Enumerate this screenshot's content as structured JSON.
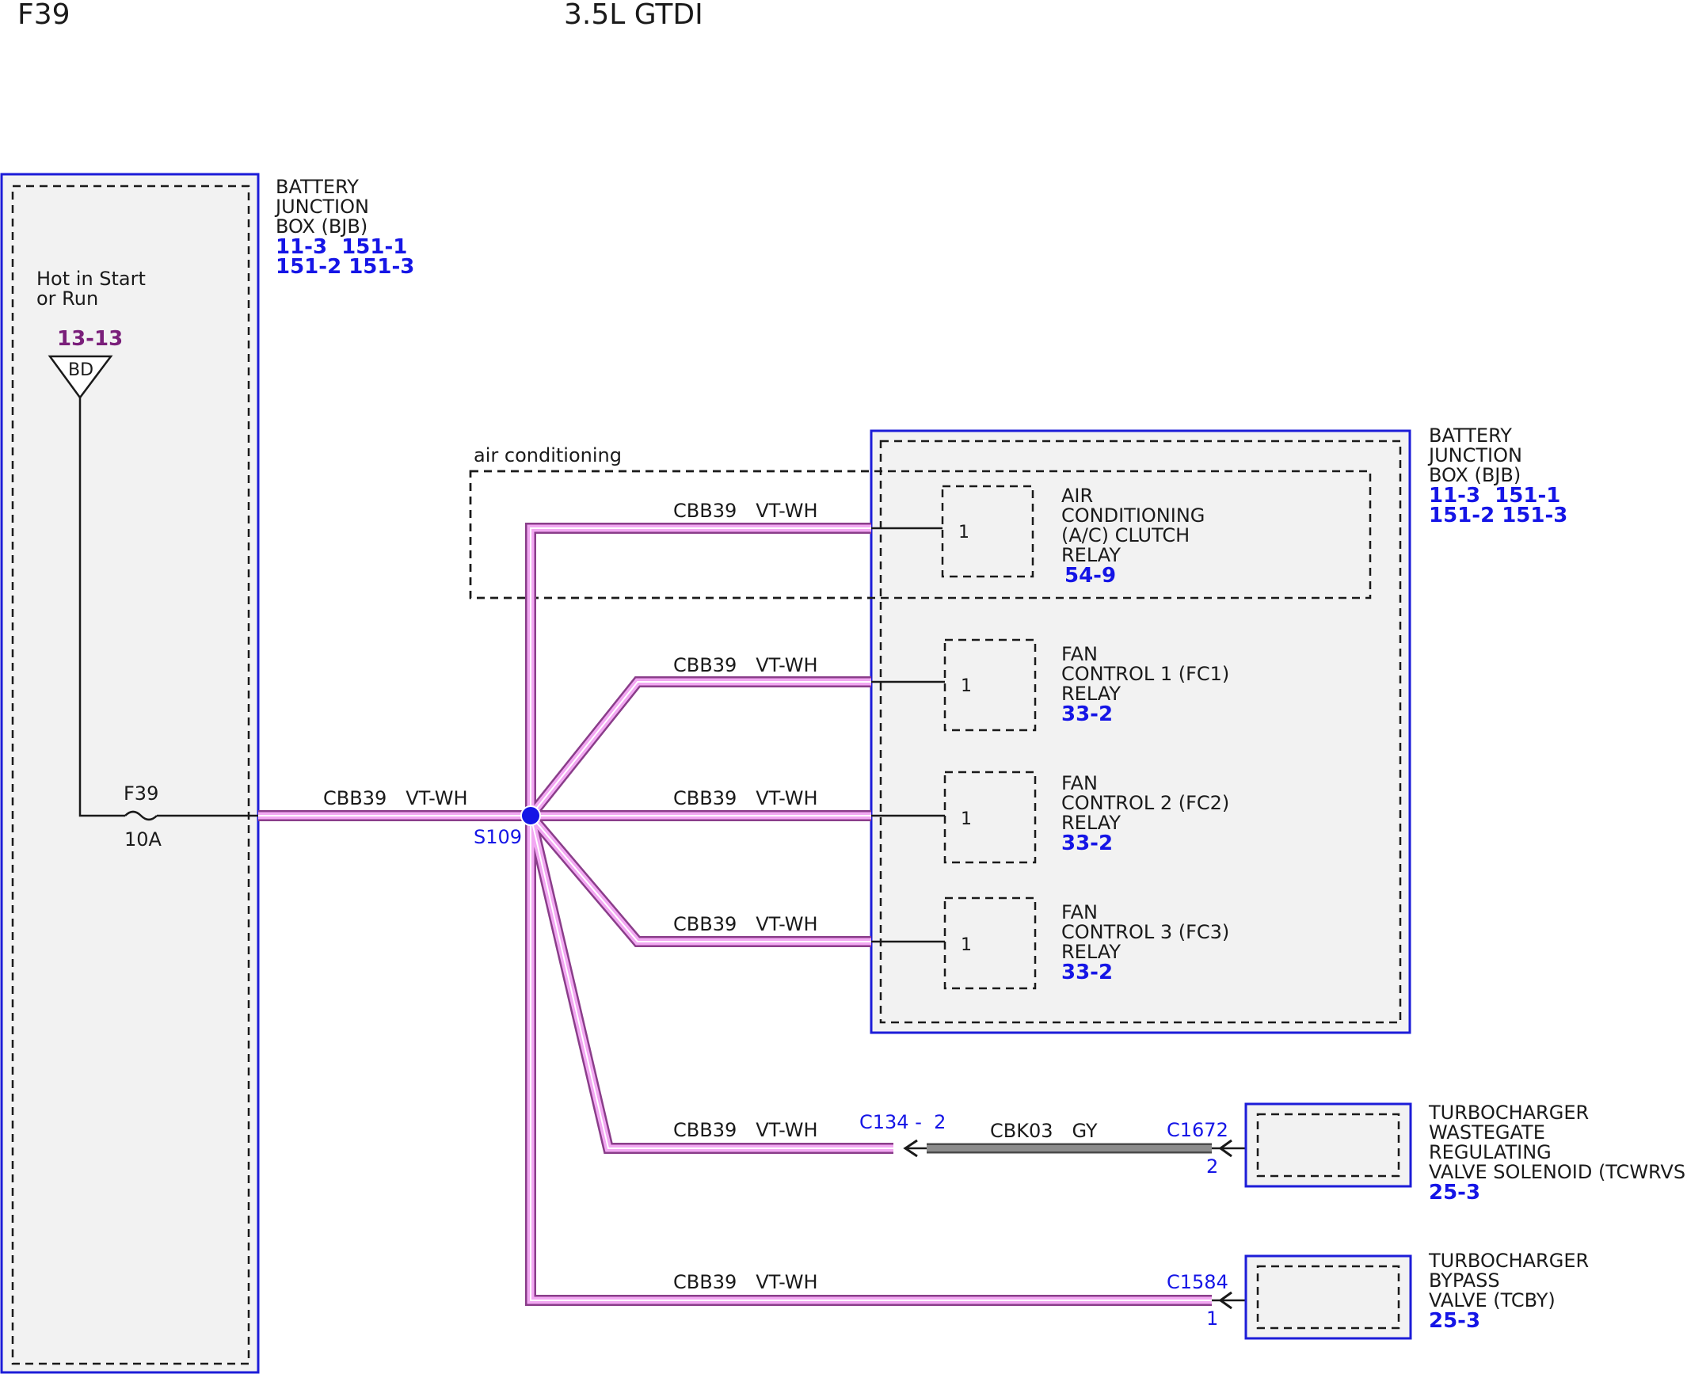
{
  "header": {
    "fuse_id": "F39",
    "engine": "3.5L GTDI"
  },
  "bjb_left": {
    "name_lines": [
      "BATTERY",
      "JUNCTION",
      "BOX (BJB)"
    ],
    "refs": [
      "11-3  151-1",
      "151-2 151-3"
    ]
  },
  "power_source": {
    "label_lines": [
      "Hot in Start",
      "or Run"
    ],
    "ref": "13-13",
    "symbol": "BD"
  },
  "fuse": {
    "id": "F39",
    "rating": "10A"
  },
  "main_wire": {
    "circuit": "CBB39",
    "color": "VT-WH"
  },
  "splice": {
    "id": "S109",
    "color": "#1515e6"
  },
  "ac_group": {
    "label": "air conditioning"
  },
  "bjb_right": {
    "name_lines": [
      "BATTERY",
      "JUNCTION",
      "BOX (BJB)"
    ],
    "refs": [
      "11-3  151-1",
      "151-2 151-3"
    ]
  },
  "relays": [
    {
      "pin": "1",
      "name_lines": [
        "AIR",
        "CONDITIONING",
        "(A/C) CLUTCH",
        "RELAY"
      ],
      "ref": "54-9",
      "circuit": "CBB39",
      "color": "VT-WH"
    },
    {
      "pin": "1",
      "name_lines": [
        "FAN",
        "CONTROL 1 (FC1)",
        "RELAY"
      ],
      "ref": "33-2",
      "circuit": "CBB39",
      "color": "VT-WH"
    },
    {
      "pin": "1",
      "name_lines": [
        "FAN",
        "CONTROL 2 (FC2)",
        "RELAY"
      ],
      "ref": "33-2",
      "circuit": "CBB39",
      "color": "VT-WH"
    },
    {
      "pin": "1",
      "name_lines": [
        "FAN",
        "CONTROL 3 (FC3)",
        "RELAY"
      ],
      "ref": "33-2",
      "circuit": "CBB39",
      "color": "VT-WH"
    }
  ],
  "wastegate_branch": {
    "circuit": "CBB39",
    "color": "VT-WH",
    "inline_connector": "C134 -  2",
    "gray_circuit": "CBK03",
    "gray_color": "GY",
    "component_connector": "C1672",
    "component_pin": "2",
    "component_name_lines": [
      "TURBOCHARGER",
      "WASTEGATE",
      "REGULATING",
      "VALVE SOLENOID (TCWRVS)"
    ],
    "component_ref": "25-3"
  },
  "bypass_branch": {
    "circuit": "CBB39",
    "color": "VT-WH",
    "component_connector": "C1584",
    "component_pin": "1",
    "component_name_lines": [
      "TURBOCHARGER",
      "BYPASS",
      "VALVE (TCBY)"
    ],
    "component_ref": "25-3"
  },
  "colors": {
    "box_border": "#1c1cd8",
    "ref_blue": "#1515e6",
    "ref_purple": "#7a1f7a",
    "wire_vt_wh": "#f2a8f2",
    "wire_gy": "#8c8c8c",
    "box_fill": "#f2f2f2"
  }
}
